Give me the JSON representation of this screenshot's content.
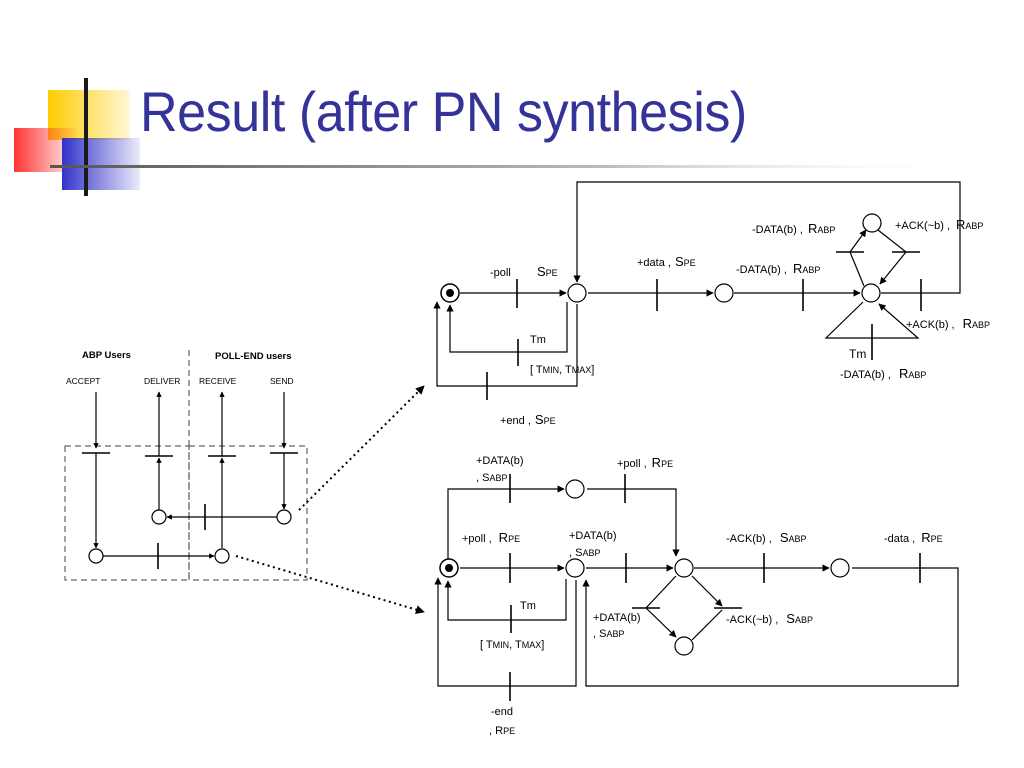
{
  "slide": {
    "title": "Result (after PN synthesis)",
    "colors": {
      "title": "#333399",
      "accent_yellow": "#ffcc00",
      "accent_red": "#ff3333",
      "accent_blue": "#3333cc"
    }
  },
  "left_diagram": {
    "abp_users": "ABP Users",
    "poll_end_users": "POLL-END users",
    "accept": "ACCEPT",
    "deliver": "DELIVER",
    "receive": "RECEIVE",
    "send": "SEND"
  },
  "top_net": {
    "poll": "-poll",
    "spe1": "S",
    "spe1_sub": "PE",
    "data": "+data ,",
    "spe2": "S",
    "spe2_sub": "PE",
    "tm": "Tm",
    "interval_open": "[ T",
    "interval_min": "MIN",
    "interval_sep": ", T",
    "interval_max": "MAX",
    "interval_close": "]",
    "end": "+end ,",
    "spe3": "S",
    "spe3_sub": "PE",
    "data_b_1": "-DATA(b) ,",
    "rabp1": "R",
    "rabp1_sub": "ABP",
    "ack_nb": "+ACK(~b) ,",
    "rabp2": "R",
    "rabp2_sub": "ABP",
    "data_b_2": "-DATA(b) ,",
    "rabp3": "R",
    "rabp3_sub": "ABP",
    "ack_b": "+ACK(b) ,",
    "rabp4": "R",
    "rabp4_sub": "ABP",
    "tm2": "Tm",
    "data_b_3": "-DATA(b) ,",
    "rabp5": "R",
    "rabp5_sub": "ABP"
  },
  "bottom_net": {
    "data_b_top": "+DATA(b)",
    "sabp_top": ", S",
    "sabp_top_sub": "ABP",
    "poll_top": "+poll ,",
    "rpe_top": "R",
    "rpe_top_sub": "PE",
    "poll_in": "+poll ,",
    "rpe_in": "R",
    "rpe_in_sub": "PE",
    "data_b_mid": "+DATA(b)",
    "sabp_mid": ", S",
    "sabp_mid_sub": "ABP",
    "ack_b": "-ACK(b) ,",
    "sabp_ack": "S",
    "sabp_ack_sub": "ABP",
    "data_out": "-data ,",
    "rpe_out": "R",
    "rpe_out_sub": "PE",
    "tm": "Tm",
    "interval_open": "[ T",
    "interval_min": "MIN",
    "interval_sep": ", T",
    "interval_max": "MAX",
    "interval_close": "]",
    "data_b_loop": "+DATA(b)",
    "sabp_loop": ", S",
    "sabp_loop_sub": "ABP",
    "ack_nb": "-ACK(~b) ,",
    "sabp_nb": "S",
    "sabp_nb_sub": "ABP",
    "end": "-end",
    "rpe_end": ", R",
    "rpe_end_sub": "PE"
  }
}
